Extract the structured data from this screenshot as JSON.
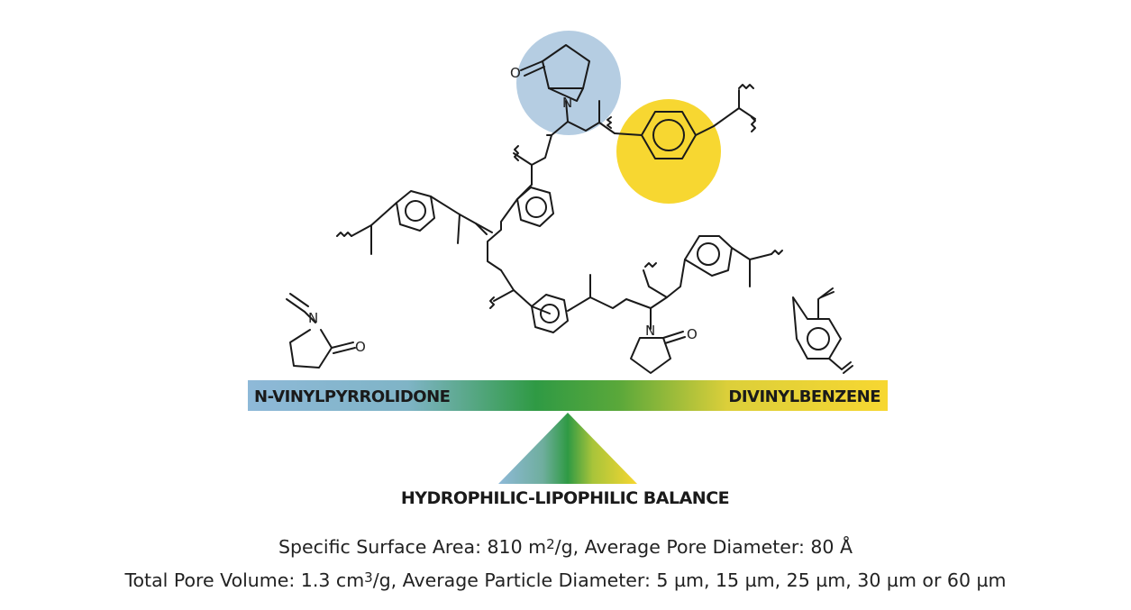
{
  "figure": {
    "bar": {
      "left_label": "N-VINYLPYRROLIDONE",
      "right_label": "DIVINYLBENZENE",
      "colors": {
        "hydrophilic": "#8eb9d8",
        "middle": "#2f9a44",
        "lipophilic": "#f7d731"
      }
    },
    "balance_label": "HYDROPHILIC-LIPOPHILIC BALANCE",
    "atoms": {
      "nitrogen": "N",
      "oxygen": "O"
    },
    "highlights": {
      "pyrrolidone_circle_color": "#b5cde2",
      "benzene_circle_color": "#f7d731"
    },
    "specs": {
      "line1": {
        "prefix": "Specific Surface Area: 810 m",
        "sup": "2",
        "suffix": "/g, Average Pore Diameter: 80 Å"
      },
      "line2": {
        "prefix": "Total Pore Volume: 1.3 cm",
        "sup": "3",
        "suffix": "/g, Average Particle Diameter: 5 µm, 15 µm, 25 µm, 30 µm or 60 µm"
      }
    }
  }
}
